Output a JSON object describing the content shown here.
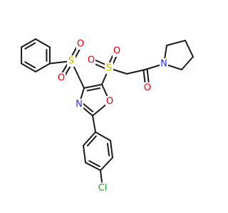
{
  "molecule": {
    "colors": {
      "bond": "#1a1a1a",
      "C": "#1a1a1a",
      "O": "#e8000b",
      "N": "#2233ff",
      "S": "#c8b400",
      "Cl": "#1fa51f"
    },
    "atoms": [
      {
        "id": "ph1",
        "el": "C"
      },
      {
        "id": "ph2",
        "el": "C"
      },
      {
        "id": "ph3",
        "el": "C"
      },
      {
        "id": "ph4",
        "el": "C"
      },
      {
        "id": "ph5",
        "el": "C"
      },
      {
        "id": "ph6",
        "el": "C"
      },
      {
        "id": "S1",
        "el": "S",
        "label": "S"
      },
      {
        "id": "O1a",
        "el": "O",
        "label": "O"
      },
      {
        "id": "O1b",
        "el": "O",
        "label": "O"
      },
      {
        "id": "C4",
        "el": "C"
      },
      {
        "id": "C5",
        "el": "C"
      },
      {
        "id": "Oox",
        "el": "O",
        "label": "O"
      },
      {
        "id": "C2",
        "el": "C"
      },
      {
        "id": "N3",
        "el": "N",
        "label": "N"
      },
      {
        "id": "S2",
        "el": "S",
        "label": "S"
      },
      {
        "id": "O2a",
        "el": "O",
        "label": "O"
      },
      {
        "id": "O2b",
        "el": "O",
        "label": "O"
      },
      {
        "id": "CH2",
        "el": "C"
      },
      {
        "id": "CO",
        "el": "C"
      },
      {
        "id": "Oket",
        "el": "O",
        "label": "O"
      },
      {
        "id": "Npy",
        "el": "N",
        "label": "N"
      },
      {
        "id": "py1",
        "el": "C"
      },
      {
        "id": "py2",
        "el": "C"
      },
      {
        "id": "py3",
        "el": "C"
      },
      {
        "id": "py4",
        "el": "C"
      },
      {
        "id": "cp1",
        "el": "C"
      },
      {
        "id": "cp2",
        "el": "C"
      },
      {
        "id": "cp3",
        "el": "C"
      },
      {
        "id": "cp4",
        "el": "C"
      },
      {
        "id": "cp5",
        "el": "C"
      },
      {
        "id": "cp6",
        "el": "C"
      },
      {
        "id": "Cl",
        "el": "Cl",
        "label": "Cl"
      }
    ],
    "bonds": [
      [
        "ph1",
        "ph2",
        2
      ],
      [
        "ph2",
        "ph3",
        1
      ],
      [
        "ph3",
        "ph4",
        2
      ],
      [
        "ph4",
        "ph5",
        1
      ],
      [
        "ph5",
        "ph6",
        2
      ],
      [
        "ph6",
        "ph1",
        1
      ],
      [
        "ph4",
        "S1",
        1
      ],
      [
        "S1",
        "O1a",
        2
      ],
      [
        "S1",
        "O1b",
        2
      ],
      [
        "S1",
        "C4",
        1
      ],
      [
        "C4",
        "C5",
        2
      ],
      [
        "C5",
        "Oox",
        1
      ],
      [
        "Oox",
        "C2",
        1
      ],
      [
        "C2",
        "N3",
        2
      ],
      [
        "N3",
        "C4",
        1
      ],
      [
        "C5",
        "S2",
        1
      ],
      [
        "S2",
        "O2a",
        2
      ],
      [
        "S2",
        "O2b",
        2
      ],
      [
        "S2",
        "CH2",
        1
      ],
      [
        "CH2",
        "CO",
        1
      ],
      [
        "CO",
        "Oket",
        2
      ],
      [
        "CO",
        "Npy",
        1
      ],
      [
        "Npy",
        "py1",
        1
      ],
      [
        "py1",
        "py2",
        1
      ],
      [
        "py2",
        "py3",
        1
      ],
      [
        "py3",
        "py4",
        1
      ],
      [
        "py4",
        "Npy",
        1
      ],
      [
        "C2",
        "cp1",
        1
      ],
      [
        "cp1",
        "cp2",
        2
      ],
      [
        "cp2",
        "cp3",
        1
      ],
      [
        "cp3",
        "cp4",
        2
      ],
      [
        "cp4",
        "cp5",
        1
      ],
      [
        "cp5",
        "cp6",
        2
      ],
      [
        "cp6",
        "cp1",
        1
      ],
      [
        "cp4",
        "Cl",
        1
      ]
    ]
  }
}
